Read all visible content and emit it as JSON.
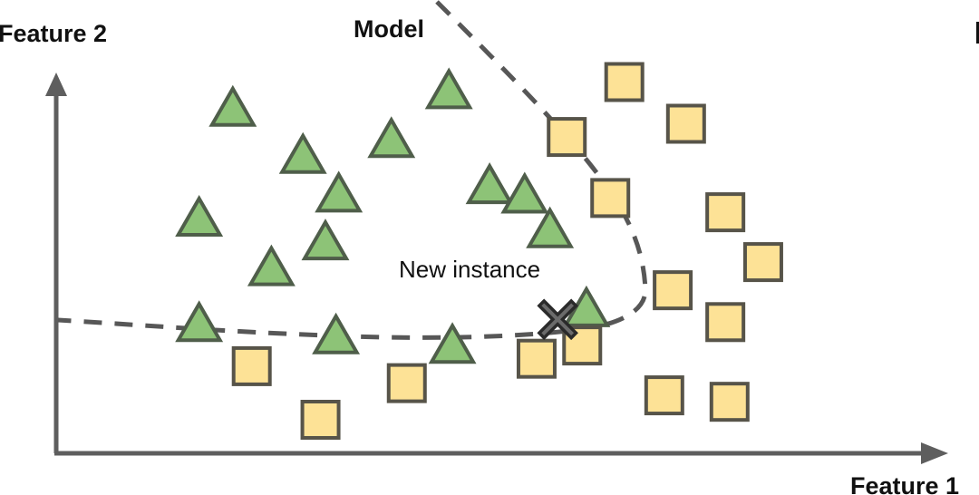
{
  "labels": {
    "y_axis": "Feature 2",
    "x_axis": "Feature 1",
    "model": "Model",
    "new_instance": "New instance"
  },
  "colors": {
    "triangle_fill": "#8dc377",
    "triangle_stroke": "#4f5e4a",
    "square_fill": "#fde296",
    "square_stroke": "#575449",
    "axis": "#5e5e5e",
    "boundary": "#575757",
    "marker_x": "#2a2a2a"
  },
  "chart_data": {
    "type": "scatter",
    "title": "",
    "xlabel": "Feature 1",
    "ylabel": "Feature 2",
    "xlim": [
      0,
      100
    ],
    "ylim": [
      0,
      100
    ],
    "grid": false,
    "annotations": [
      "Model",
      "New instance"
    ],
    "series": [
      {
        "name": "class-triangle",
        "marker": "triangle",
        "points": [
          [
            13.8,
            92.3
          ],
          [
            44.6,
            97.5
          ],
          [
            23.8,
            78.4
          ],
          [
            36.4,
            83.1
          ],
          [
            28.9,
            67.0
          ],
          [
            9.0,
            59.9
          ],
          [
            50.4,
            69.5
          ],
          [
            55.4,
            66.7
          ],
          [
            27.0,
            52.9
          ],
          [
            19.3,
            45.3
          ],
          [
            59.0,
            56.5
          ],
          [
            9.0,
            28.8
          ],
          [
            28.5,
            25.2
          ],
          [
            45.1,
            22.4
          ],
          [
            64.2,
            33.2
          ]
        ]
      },
      {
        "name": "class-square",
        "marker": "square",
        "points": [
          [
            69.6,
            99.6
          ],
          [
            61.4,
            83.4
          ],
          [
            78.4,
            87.3
          ],
          [
            67.6,
            65.4
          ],
          [
            84.0,
            61.2
          ],
          [
            89.4,
            46.5
          ],
          [
            76.5,
            38.2
          ],
          [
            84.0,
            28.8
          ],
          [
            63.6,
            21.9
          ],
          [
            57.1,
            18.0
          ],
          [
            38.6,
            10.8
          ],
          [
            16.5,
            15.8
          ],
          [
            26.3,
            0.0
          ],
          [
            75.3,
            7.2
          ],
          [
            84.6,
            5.3
          ]
        ]
      },
      {
        "name": "new-instance",
        "marker": "x",
        "points": [
          [
            60.1,
            29.6
          ]
        ]
      }
    ]
  }
}
